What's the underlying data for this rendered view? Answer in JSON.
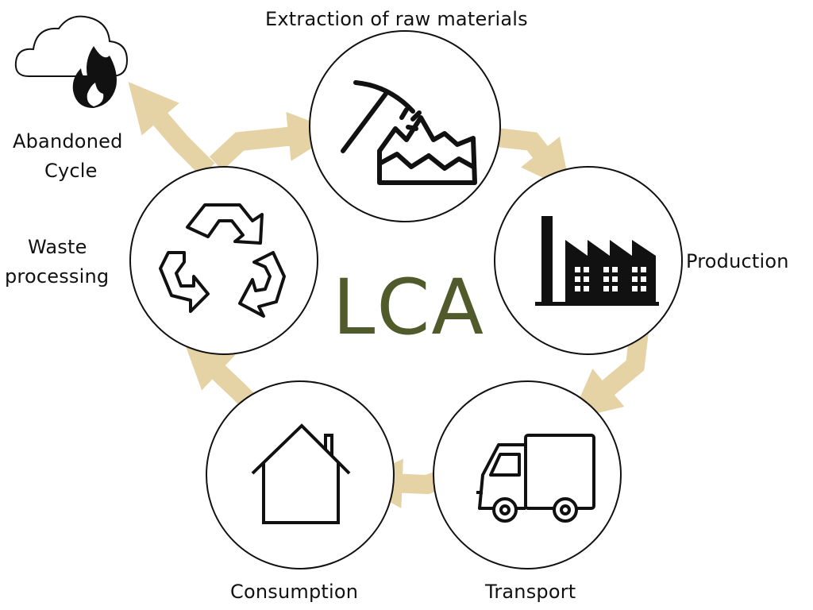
{
  "diagram": {
    "center_title": "LCA",
    "arrow_color": "#e6d3a5",
    "title_color": "#505a2a",
    "stages": [
      {
        "id": "extraction",
        "label": "Extraction of raw materials",
        "icon": "pickaxe-rocks-icon"
      },
      {
        "id": "production",
        "label": "Production",
        "icon": "factory-icon"
      },
      {
        "id": "transport",
        "label": "Transport",
        "icon": "truck-icon"
      },
      {
        "id": "consumption",
        "label": "Consumption",
        "icon": "house-icon"
      },
      {
        "id": "waste",
        "label_line1": "Waste",
        "label_line2": "processing",
        "icon": "recycle-icon"
      }
    ],
    "abandoned": {
      "label_line1": "Abandoned",
      "label_line2": "Cycle",
      "icon": "cloud-fire-icon"
    }
  }
}
